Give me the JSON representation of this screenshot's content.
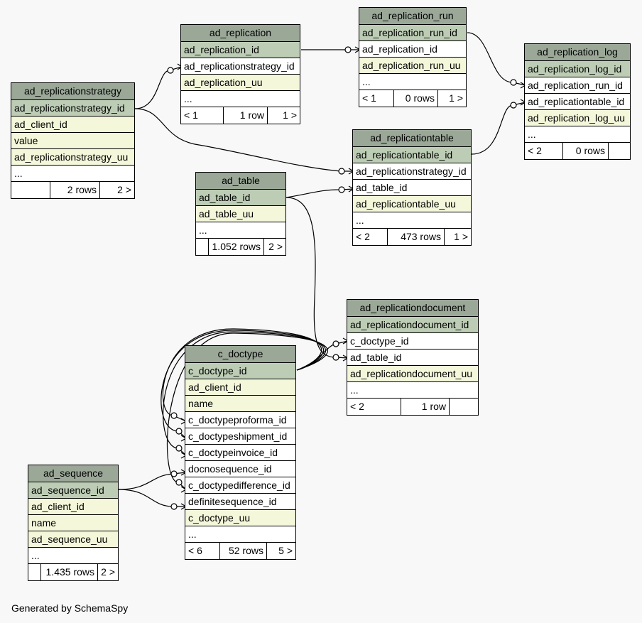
{
  "credit": "Generated by SchemaSpy",
  "tables": [
    {
      "id": "ad_replicationstrategy",
      "name": "ad_replicationstrategy",
      "columns": [
        {
          "name": "ad_replicationstrategy_id",
          "kind": "pk"
        },
        {
          "name": "ad_client_id",
          "kind": "plain"
        },
        {
          "name": "value",
          "kind": "plain"
        },
        {
          "name": "ad_replicationstrategy_uu",
          "kind": "plain"
        },
        {
          "name": "...",
          "kind": "more"
        }
      ],
      "parents": "",
      "rows": "2 rows",
      "children": "2 >"
    },
    {
      "id": "ad_replication",
      "name": "ad_replication",
      "columns": [
        {
          "name": "ad_replication_id",
          "kind": "pk"
        },
        {
          "name": "ad_replicationstrategy_id",
          "kind": "fk"
        },
        {
          "name": "ad_replication_uu",
          "kind": "plain"
        },
        {
          "name": "...",
          "kind": "more"
        }
      ],
      "parents": "< 1",
      "rows": "1 row",
      "children": "1 >"
    },
    {
      "id": "ad_replication_run",
      "name": "ad_replication_run",
      "columns": [
        {
          "name": "ad_replication_run_id",
          "kind": "pk"
        },
        {
          "name": "ad_replication_id",
          "kind": "fk"
        },
        {
          "name": "ad_replication_run_uu",
          "kind": "plain"
        },
        {
          "name": "...",
          "kind": "more"
        }
      ],
      "parents": "< 1",
      "rows": "0 rows",
      "children": "1 >"
    },
    {
      "id": "ad_replication_log",
      "name": "ad_replication_log",
      "columns": [
        {
          "name": "ad_replication_log_id",
          "kind": "pk"
        },
        {
          "name": "ad_replication_run_id",
          "kind": "fk"
        },
        {
          "name": "ad_replicationtable_id",
          "kind": "fk"
        },
        {
          "name": "ad_replication_log_uu",
          "kind": "plain"
        },
        {
          "name": "...",
          "kind": "more"
        }
      ],
      "parents": "< 2",
      "rows": "0 rows",
      "children": ""
    },
    {
      "id": "ad_replicationtable",
      "name": "ad_replicationtable",
      "columns": [
        {
          "name": "ad_replicationtable_id",
          "kind": "pk"
        },
        {
          "name": "ad_replicationstrategy_id",
          "kind": "fk"
        },
        {
          "name": "ad_table_id",
          "kind": "fk"
        },
        {
          "name": "ad_replicationtable_uu",
          "kind": "plain"
        },
        {
          "name": "...",
          "kind": "more"
        }
      ],
      "parents": "< 2",
      "rows": "473 rows",
      "children": "1 >"
    },
    {
      "id": "ad_table",
      "name": "ad_table",
      "columns": [
        {
          "name": "ad_table_id",
          "kind": "pk"
        },
        {
          "name": "ad_table_uu",
          "kind": "plain"
        },
        {
          "name": "...",
          "kind": "more"
        }
      ],
      "parents": "",
      "rows": "1.052 rows",
      "children": "2 >"
    },
    {
      "id": "ad_replicationdocument",
      "name": "ad_replicationdocument",
      "columns": [
        {
          "name": "ad_replicationdocument_id",
          "kind": "pk"
        },
        {
          "name": "c_doctype_id",
          "kind": "fk"
        },
        {
          "name": "ad_table_id",
          "kind": "fk"
        },
        {
          "name": "ad_replicationdocument_uu",
          "kind": "plain"
        },
        {
          "name": "...",
          "kind": "more"
        }
      ],
      "parents": "< 2",
      "rows": "1 row",
      "children": ""
    },
    {
      "id": "c_doctype",
      "name": "c_doctype",
      "columns": [
        {
          "name": "c_doctype_id",
          "kind": "pk"
        },
        {
          "name": "ad_client_id",
          "kind": "plain"
        },
        {
          "name": "name",
          "kind": "plain"
        },
        {
          "name": "c_doctypeproforma_id",
          "kind": "fk"
        },
        {
          "name": "c_doctypeshipment_id",
          "kind": "fk"
        },
        {
          "name": "c_doctypeinvoice_id",
          "kind": "fk"
        },
        {
          "name": "docnosequence_id",
          "kind": "fk"
        },
        {
          "name": "c_doctypedifference_id",
          "kind": "fk"
        },
        {
          "name": "definitesequence_id",
          "kind": "fk"
        },
        {
          "name": "c_doctype_uu",
          "kind": "plain"
        },
        {
          "name": "...",
          "kind": "more"
        }
      ],
      "parents": "< 6",
      "rows": "52 rows",
      "children": "5 >"
    },
    {
      "id": "ad_sequence",
      "name": "ad_sequence",
      "columns": [
        {
          "name": "ad_sequence_id",
          "kind": "pk"
        },
        {
          "name": "ad_client_id",
          "kind": "plain"
        },
        {
          "name": "name",
          "kind": "plain"
        },
        {
          "name": "ad_sequence_uu",
          "kind": "plain"
        },
        {
          "name": "...",
          "kind": "more"
        }
      ],
      "parents": "",
      "rows": "1.435 rows",
      "children": "2 >"
    }
  ]
}
